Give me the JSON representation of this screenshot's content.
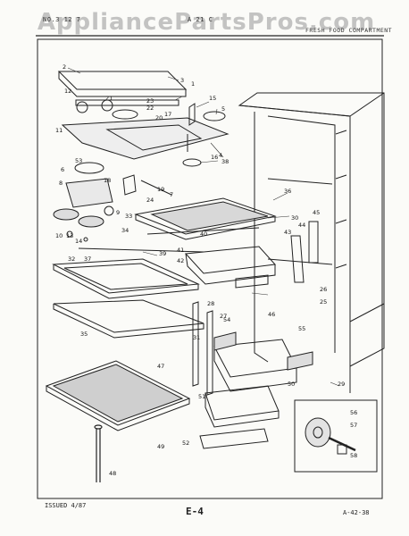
{
  "header": {
    "model_left": "NO.3 12 7",
    "model_mid": "A 21 C",
    "section": "FRESH FOOD COMPARTMENT"
  },
  "watermark": "AppliancePartsPros.com",
  "footer": {
    "issued": "ISSUED 4/87",
    "page": "E-4",
    "code": "A-42-38"
  },
  "callouts": [
    "1",
    "2",
    "3",
    "4",
    "5",
    "6",
    "7",
    "8",
    "9",
    "10",
    "11",
    "12",
    "13",
    "14",
    "15",
    "16",
    "17",
    "18",
    "19",
    "20",
    "21",
    "22",
    "23",
    "24",
    "25",
    "26",
    "27",
    "28",
    "29",
    "30",
    "31",
    "32",
    "33",
    "34",
    "35",
    "36",
    "37",
    "38",
    "39",
    "40",
    "41",
    "42",
    "43",
    "44",
    "45",
    "46",
    "47",
    "48",
    "49",
    "50",
    "51",
    "52",
    "53",
    "54",
    "55",
    "56",
    "57",
    "58"
  ]
}
